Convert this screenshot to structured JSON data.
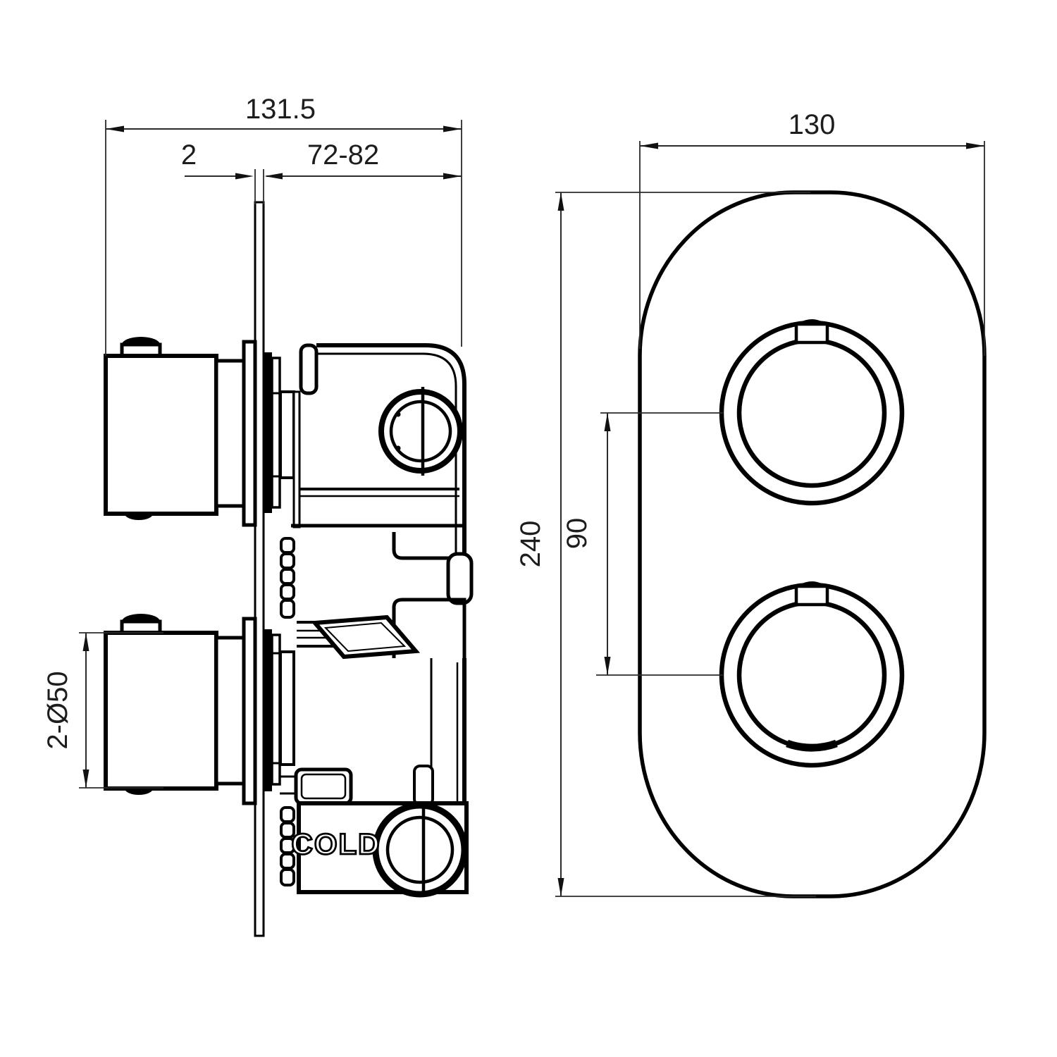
{
  "colors": {
    "background": "#ffffff",
    "outline": "#000000",
    "dimension_lines": "#2b2b2b"
  },
  "side_view": {
    "dims": {
      "total_depth": "131.5",
      "plate_thickness": "2",
      "install_depth_range": "72-82",
      "handles_diameter": "2-Ø50"
    },
    "labels": {
      "cold_inlet": "COLD"
    }
  },
  "front_view": {
    "dims": {
      "plate_width": "130",
      "plate_height": "240",
      "handle_center_spacing": "90"
    }
  }
}
